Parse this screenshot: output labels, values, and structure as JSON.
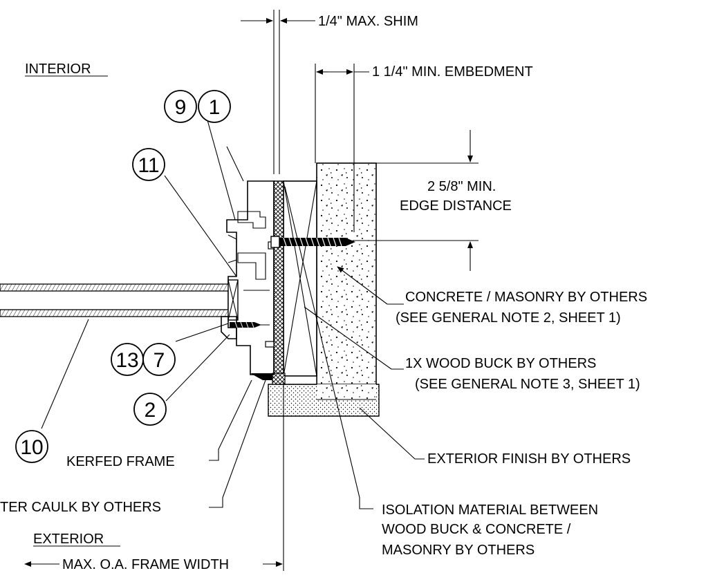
{
  "labels": {
    "interior": "INTERIOR",
    "exterior": "EXTERIOR",
    "shim": "1/4\" MAX. SHIM",
    "embedment": "1 1/4\" MIN. EMBEDMENT",
    "edge_line1": "2 5/8\" MIN.",
    "edge_line2": "EDGE DISTANCE",
    "concrete_line1": "CONCRETE / MASONRY BY OTHERS",
    "concrete_line2": "(SEE GENERAL NOTE 2, SHEET 1)",
    "buck_line1": "1X WOOD BUCK BY OTHERS",
    "buck_line2": "(SEE GENERAL NOTE 3, SHEET 1)",
    "finish": "EXTERIOR FINISH BY OTHERS",
    "isolation_line1": "ISOLATION MATERIAL BETWEEN",
    "isolation_line2": "WOOD BUCK & CONCRETE /",
    "isolation_line3": "MASONRY BY OTHERS",
    "kerfed": "KERFED FRAME",
    "caulk": "TER CAULK BY OTHERS",
    "frame_width": "MAX. O.A. FRAME WIDTH"
  },
  "callouts": {
    "c9": "9",
    "c1": "1",
    "c11": "11",
    "c13": "13",
    "c7": "7",
    "c2": "2",
    "c10": "10"
  }
}
